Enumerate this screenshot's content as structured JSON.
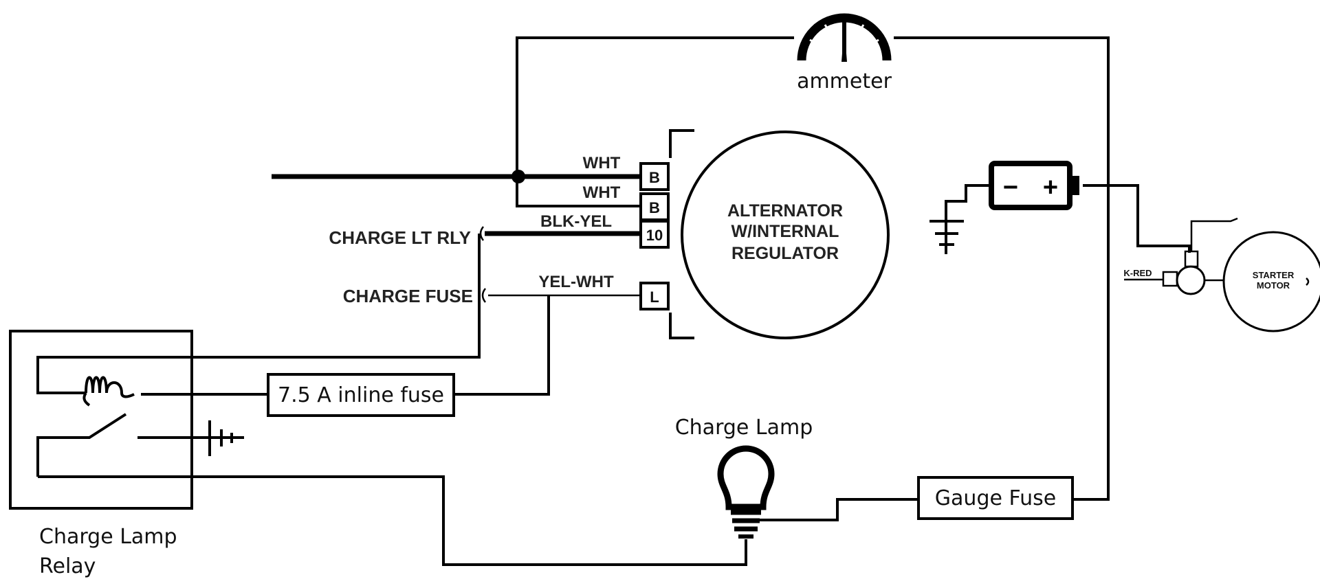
{
  "ammeter": {
    "label": "ammeter"
  },
  "alternator": {
    "line1": "ALTERNATOR",
    "line2": "W/INTERNAL",
    "line3": "REGULATOR"
  },
  "terminals": {
    "b1": "B",
    "b2": "B",
    "t10": "10",
    "l": "L"
  },
  "wires": {
    "wht1": "WHT",
    "wht2": "WHT",
    "blk_yel": "BLK-YEL",
    "yel_wht": "YEL-WHT"
  },
  "connections": {
    "charge_lt_rly": "CHARGE LT RLY",
    "charge_fuse": "CHARGE FUSE"
  },
  "battery": {
    "minus": "−",
    "plus": "+"
  },
  "starter": {
    "line1": "STARTER",
    "line2": "MOTOR",
    "wire": "K-RED"
  },
  "inline_fuse": {
    "label": "7.5 A inline fuse"
  },
  "gauge_fuse": {
    "label": "Gauge Fuse"
  },
  "charge_lamp": {
    "label": "Charge Lamp"
  },
  "relay": {
    "line1": "Charge Lamp",
    "line2": "Relay"
  }
}
